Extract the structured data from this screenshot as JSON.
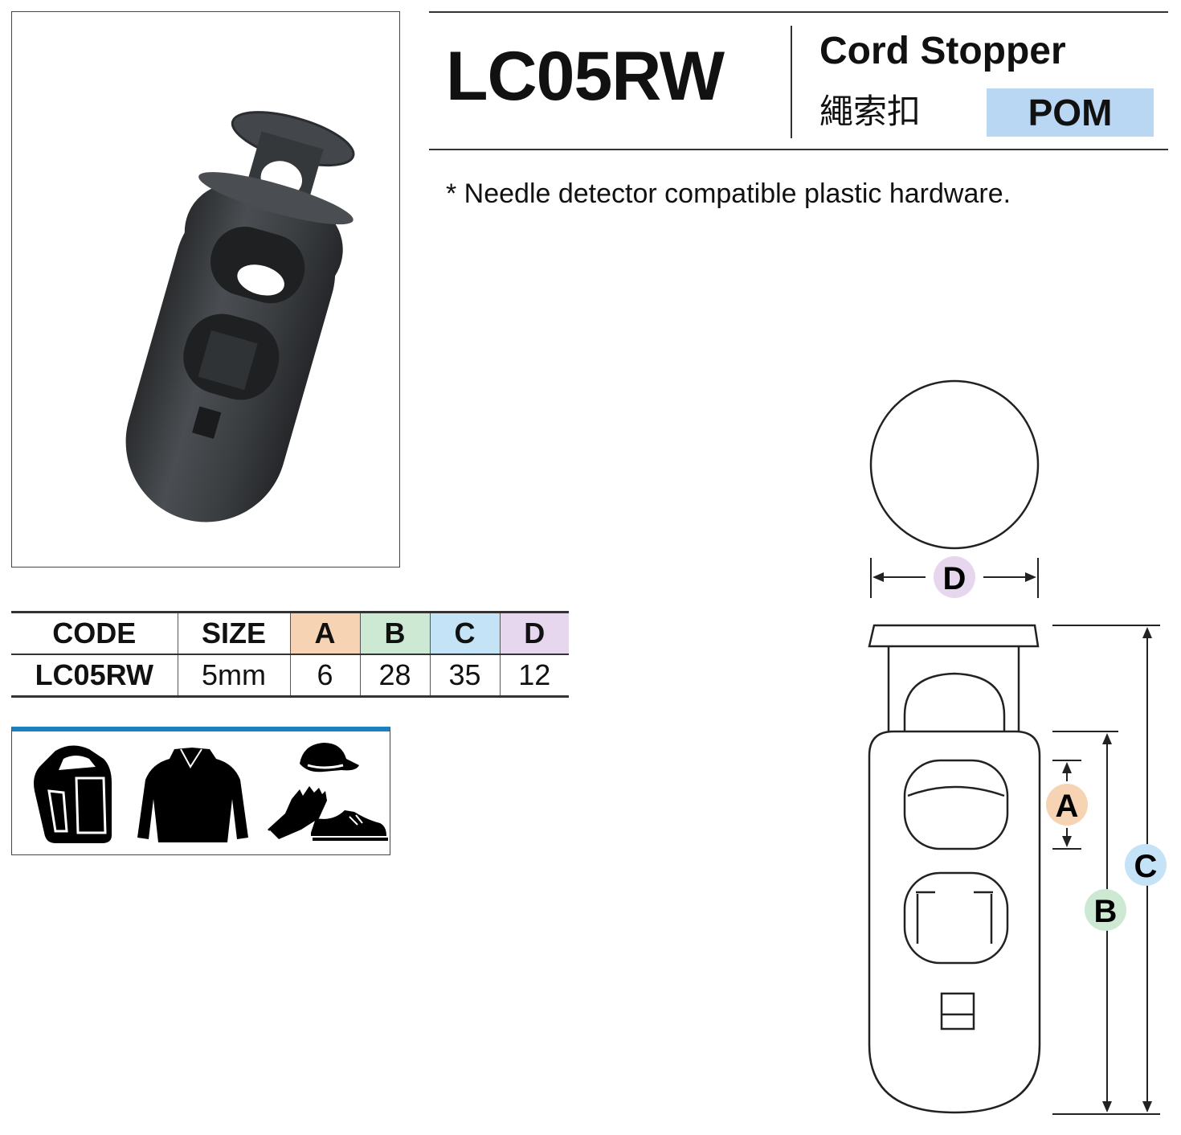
{
  "header": {
    "code": "LC05RW",
    "name_en": "Cord Stopper",
    "name_cn": "繩索扣",
    "material": "POM",
    "note": "* Needle detector compatible plastic hardware."
  },
  "spec_table": {
    "headers": [
      "CODE",
      "SIZE",
      "A",
      "B",
      "C",
      "D"
    ],
    "row": [
      "LC05RW",
      "5mm",
      "6",
      "28",
      "35",
      "12"
    ]
  },
  "drawing_labels": {
    "a": "A",
    "b": "B",
    "c": "C",
    "d": "D"
  },
  "colors": {
    "a": "#f6d3b2",
    "b": "#cde9d3",
    "c": "#c4e3f7",
    "d": "#e6d6ee",
    "material_badge": "#b9d6f2",
    "apps_bar": "#1c7fc2",
    "product": "#3a3d40"
  },
  "icons": [
    "backpack-icon",
    "jacket-icon",
    "cap-icon",
    "glove-icon",
    "shoe-icon"
  ]
}
